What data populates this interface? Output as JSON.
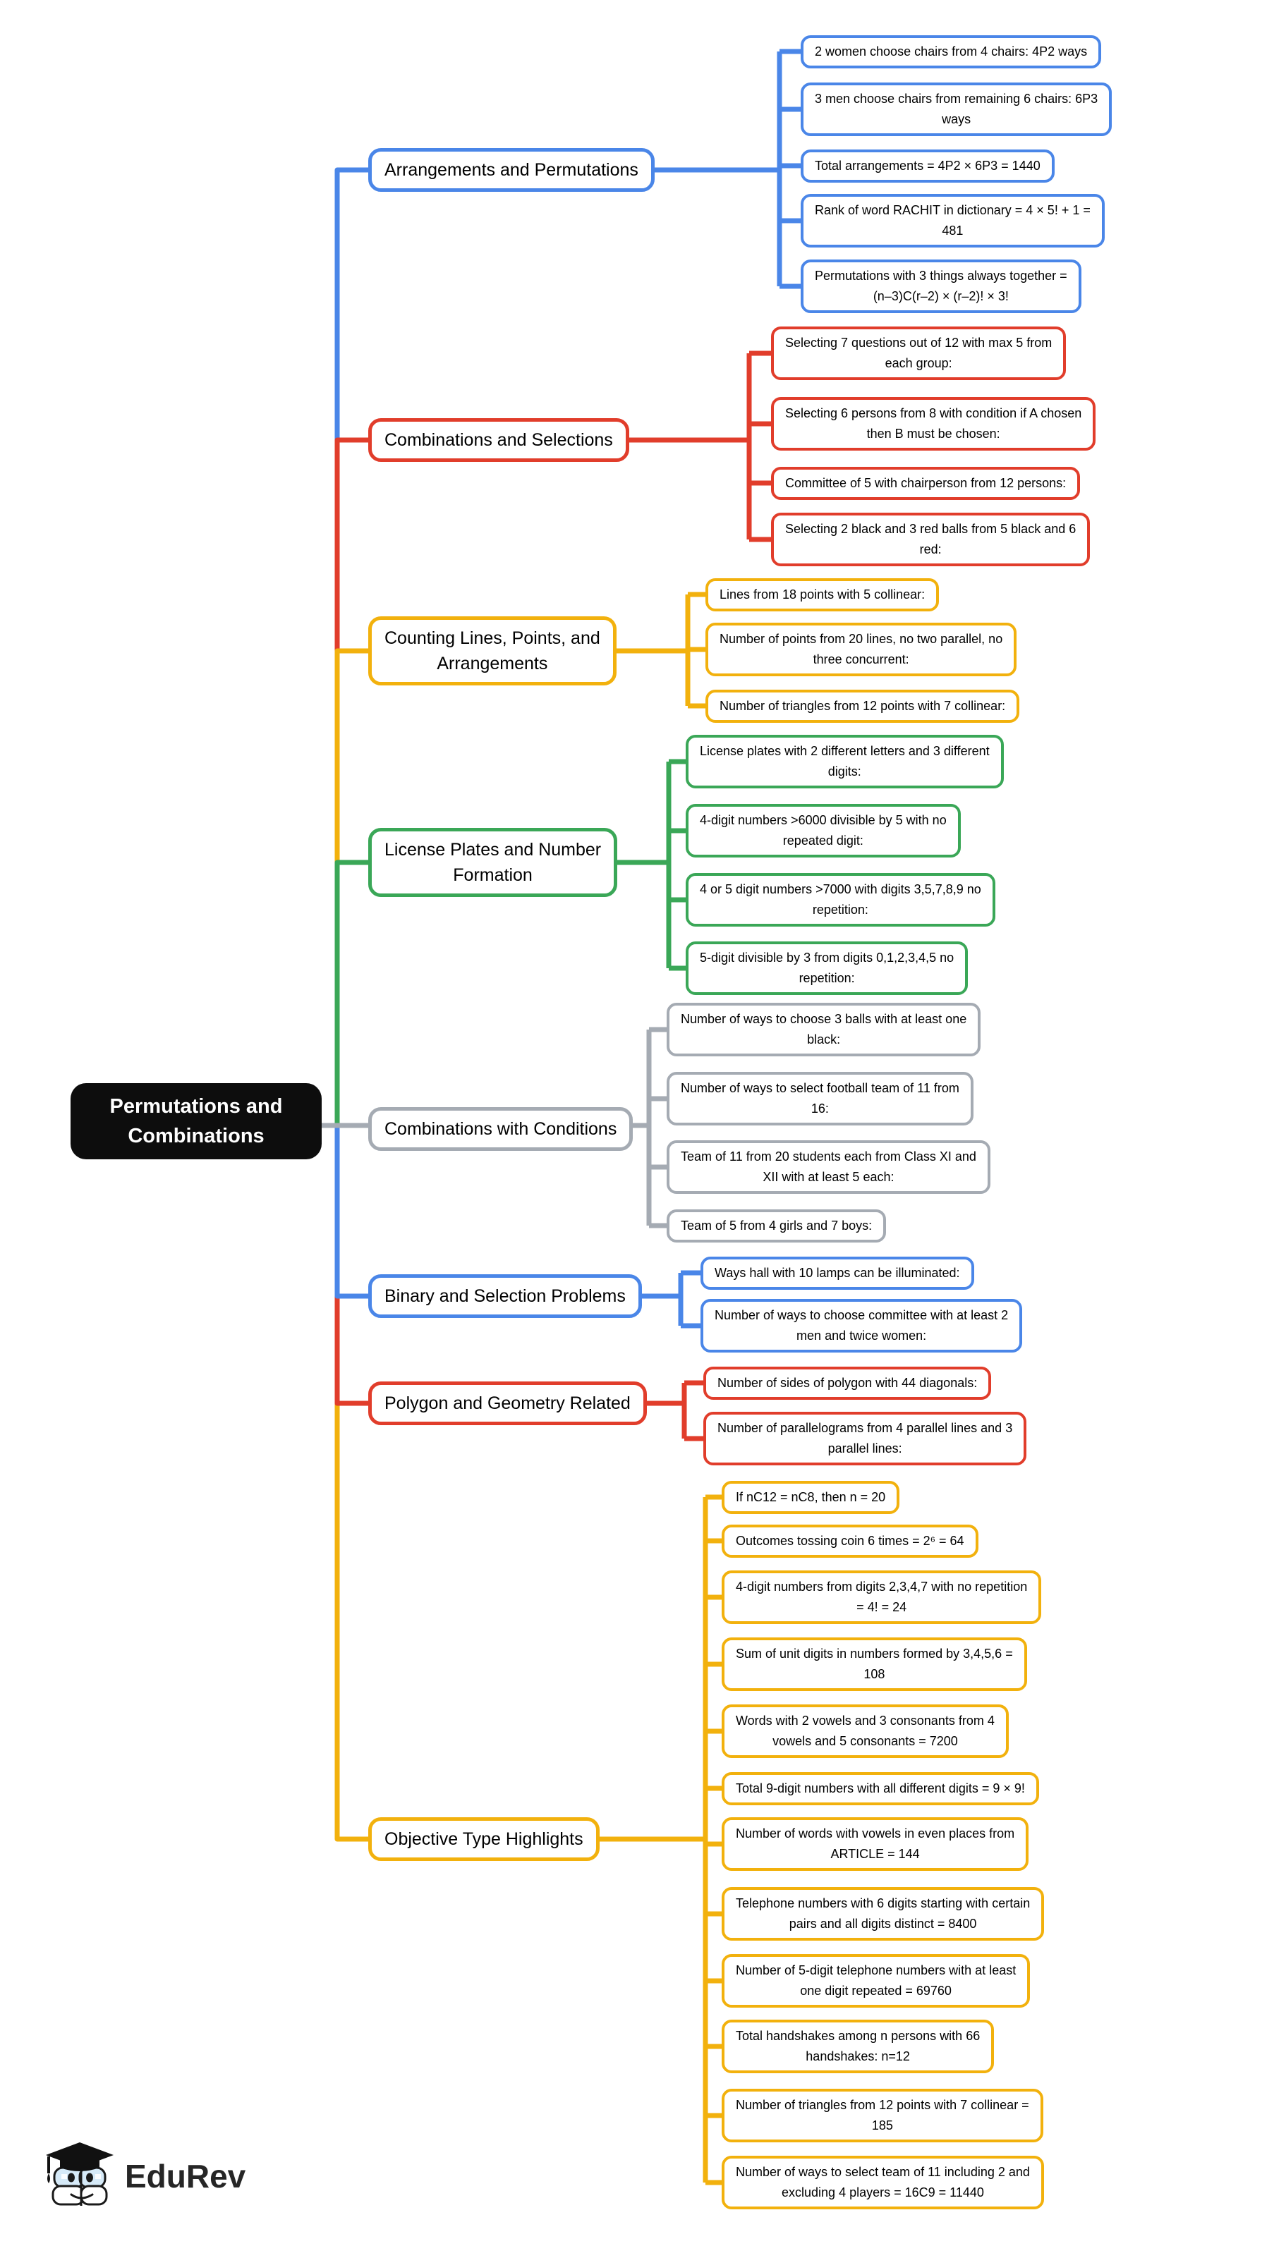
{
  "root": {
    "label": "Permutations and\nCombinations"
  },
  "colors": {
    "blue": "#4a86e8",
    "red": "#e13d2b",
    "yellow": "#f2b10d",
    "green": "#3aa757",
    "gray": "#a5abb3",
    "root_bg": "#0d0d0d"
  },
  "branches": [
    {
      "label": "Arrangements and Permutations",
      "color": "#4a86e8",
      "leaves": [
        {
          "text": "2 women choose chairs from 4 chairs: 4P2 ways"
        },
        {
          "text": "3 men choose chairs from remaining 6 chairs: 6P3\nways"
        },
        {
          "text": "Total arrangements = 4P2 × 6P3 = 1440"
        },
        {
          "text": "Rank of word RACHIT in dictionary = 4 × 5! + 1 =\n481"
        },
        {
          "text": "Permutations with 3 things always together =\n(n–3)C(r–2) × (r–2)! × 3!"
        }
      ]
    },
    {
      "label": "Combinations and Selections",
      "color": "#e13d2b",
      "leaves": [
        {
          "text": "Selecting 7 questions out of 12 with max 5 from\neach group:"
        },
        {
          "text": "Selecting 6 persons from 8 with condition if A chosen\nthen B must be chosen:"
        },
        {
          "text": "Committee of 5 with chairperson from 12 persons:"
        },
        {
          "text": "Selecting 2 black and 3 red balls from 5 black and 6\nred:"
        }
      ]
    },
    {
      "label": "Counting Lines, Points, and\nArrangements",
      "color": "#f2b10d",
      "leaves": [
        {
          "text": "Lines from 18 points with 5 collinear:"
        },
        {
          "text": "Number of points from 20 lines, no two parallel, no\nthree concurrent:"
        },
        {
          "text": "Number of triangles from 12 points with 7 collinear:"
        }
      ]
    },
    {
      "label": "License Plates and Number\nFormation",
      "color": "#3aa757",
      "leaves": [
        {
          "text": "License plates with 2 different letters and 3 different\ndigits:"
        },
        {
          "text": "4-digit numbers >6000 divisible by 5 with no\nrepeated digit:"
        },
        {
          "text": "4 or 5 digit numbers >7000 with digits 3,5,7,8,9 no\nrepetition:"
        },
        {
          "text": "5-digit divisible by 3 from digits 0,1,2,3,4,5 no\nrepetition:"
        }
      ]
    },
    {
      "label": "Combinations with Conditions",
      "color": "#a5abb3",
      "leaves": [
        {
          "text": "Number of ways to choose 3 balls with at least one\nblack:"
        },
        {
          "text": "Number of ways to select football team of 11 from\n16:"
        },
        {
          "text": "Team of 11 from 20 students each from Class XI and\nXII with at least 5 each:"
        },
        {
          "text": "Team of 5 from 4 girls and 7 boys:"
        }
      ]
    },
    {
      "label": "Binary and Selection Problems",
      "color": "#4a86e8",
      "leaves": [
        {
          "text": "Ways hall with 10 lamps can be illuminated:"
        },
        {
          "text": "Number of ways to choose committee with at least 2\nmen and twice women:"
        }
      ]
    },
    {
      "label": "Polygon and Geometry Related",
      "color": "#e13d2b",
      "leaves": [
        {
          "text": "Number of sides of polygon with 44 diagonals:"
        },
        {
          "text": "Number of parallelograms from 4 parallel lines and 3\nparallel lines:"
        }
      ]
    },
    {
      "label": "Objective Type Highlights",
      "color": "#f2b10d",
      "leaves": [
        {
          "text": "If nC12 = nC8, then n = 20"
        },
        {
          "text": "Outcomes tossing coin 6 times = 2⁶ = 64"
        },
        {
          "text": "4-digit numbers from digits 2,3,4,7 with no repetition\n= 4! = 24"
        },
        {
          "text": "Sum of unit digits in numbers formed by 3,4,5,6 =\n108"
        },
        {
          "text": "Words with 2 vowels and 3 consonants from 4\nvowels and 5 consonants = 7200"
        },
        {
          "text": "Total 9-digit numbers with all different digits = 9 × 9!"
        },
        {
          "text": "Number of words with vowels in even places from\nARTICLE = 144"
        },
        {
          "text": "Telephone numbers with 6 digits starting with certain\npairs and all digits distinct = 8400"
        },
        {
          "text": "Number of 5-digit telephone numbers with at least\none digit repeated = 69760"
        },
        {
          "text": "Total handshakes among n persons with 66\nhandshakes: n=12"
        },
        {
          "text": "Number of triangles from 12 points with 7 collinear =\n185"
        },
        {
          "text": "Number of ways to select team of 11 including 2 and\nexcluding 4 players = 16C9 = 11440"
        }
      ]
    }
  ],
  "logo": {
    "brand": "EduRev"
  }
}
